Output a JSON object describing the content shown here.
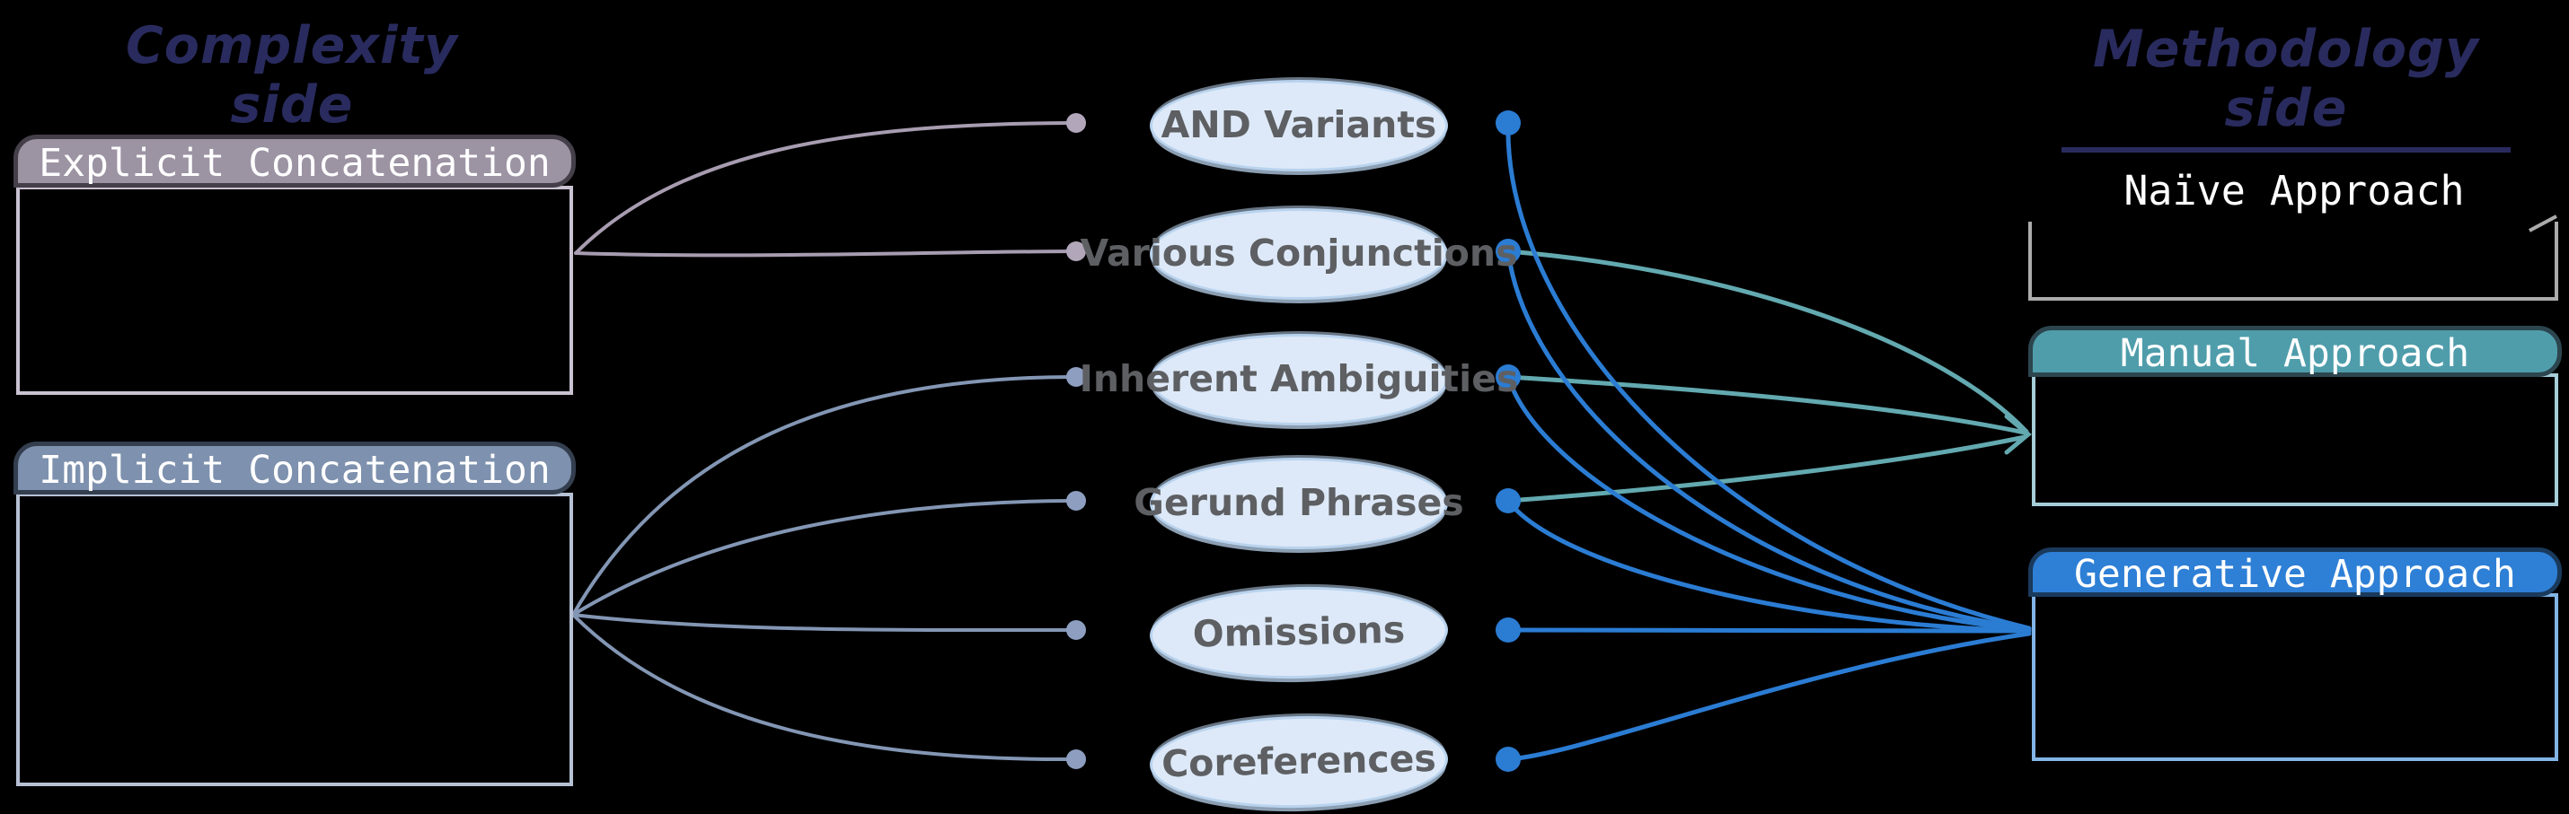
{
  "titles": {
    "left": "Complexity side",
    "right": "Methodology side"
  },
  "complexity_boxes": [
    {
      "id": "explicit",
      "label": "Explicit Concatenation"
    },
    {
      "id": "implicit",
      "label": "Implicit Concatenation"
    }
  ],
  "challenges": [
    {
      "id": "and-variants",
      "label": "AND Variants"
    },
    {
      "id": "various-conjunctions",
      "label": "Various Conjunctions"
    },
    {
      "id": "inherent-ambiguities",
      "label": "Inherent Ambiguities"
    },
    {
      "id": "gerund-phrases",
      "label": "Gerund Phrases"
    },
    {
      "id": "omissions",
      "label": "Omissions"
    },
    {
      "id": "coreferences",
      "label": "Coreferences"
    }
  ],
  "methodology_boxes": [
    {
      "id": "naive",
      "label": "Naïve Approach"
    },
    {
      "id": "manual",
      "label": "Manual Approach"
    },
    {
      "id": "generative",
      "label": "Generative Approach"
    }
  ],
  "edges": {
    "complexity_to_challenge": [
      {
        "from": "explicit",
        "to": "and-variants"
      },
      {
        "from": "explicit",
        "to": "various-conjunctions"
      },
      {
        "from": "implicit",
        "to": "inherent-ambiguities"
      },
      {
        "from": "implicit",
        "to": "gerund-phrases"
      },
      {
        "from": "implicit",
        "to": "omissions"
      },
      {
        "from": "implicit",
        "to": "coreferences"
      }
    ],
    "challenge_to_methodology": [
      {
        "from": "various-conjunctions",
        "to": "manual"
      },
      {
        "from": "inherent-ambiguities",
        "to": "manual"
      },
      {
        "from": "gerund-phrases",
        "to": "manual"
      },
      {
        "from": "and-variants",
        "to": "generative"
      },
      {
        "from": "various-conjunctions",
        "to": "generative"
      },
      {
        "from": "inherent-ambiguities",
        "to": "generative"
      },
      {
        "from": "gerund-phrases",
        "to": "generative"
      },
      {
        "from": "omissions",
        "to": "generative"
      },
      {
        "from": "coreferences",
        "to": "generative"
      }
    ]
  },
  "colors": {
    "title_navy": "#292b5e",
    "explicit_line": "#a79cb0",
    "explicit_dot": "#b2a6ba",
    "implicit_line": "#8396b4",
    "implicit_dot": "#8d9ec0",
    "blue_line": "#2b7cd3",
    "blue_dot": "#2b7cd3",
    "teal_line": "#63a9b0",
    "oval_fill": "#dde9f8",
    "oval_border": "#b9d3ee",
    "oval_text": "#5d5f62",
    "explicit_header": "#9c93a3",
    "implicit_header": "#7e91ae",
    "naive_border": "#ababab",
    "manual_header": "#4f9dab",
    "generative_header": "#2e7fd6"
  }
}
